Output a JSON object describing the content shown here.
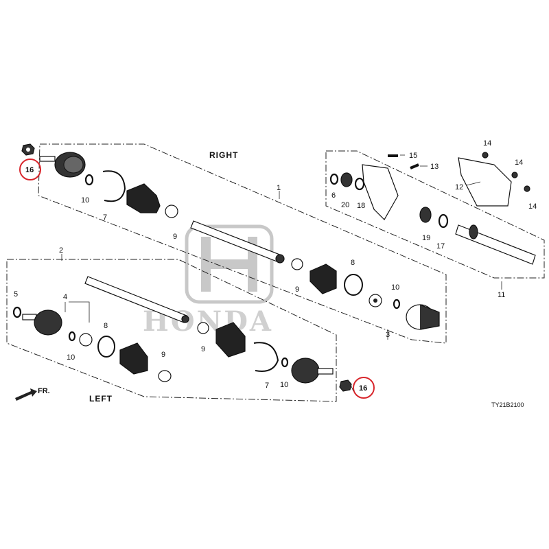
{
  "headers": {
    "right": "RIGHT",
    "left": "LEFT"
  },
  "direction_label": "FR.",
  "diagram_code": "TY21B2100",
  "watermark_brand": "HONDA",
  "callouts": {
    "c1": "1",
    "c2": "2",
    "c3": "3",
    "c4": "4",
    "c5": "5",
    "c6": "6",
    "c7a": "7",
    "c7b": "7",
    "c8a": "8",
    "c8b": "8",
    "c9a": "9",
    "c9b": "9",
    "c9c": "9",
    "c9d": "9",
    "c10a": "10",
    "c10b": "10",
    "c10c": "10",
    "c10d": "10",
    "c11": "11",
    "c12": "12",
    "c13": "13",
    "c14a": "14",
    "c14b": "14",
    "c14c": "14",
    "c15": "15",
    "c16a": "16",
    "c16b": "16",
    "c17": "17",
    "c18": "18",
    "c19": "19",
    "c20": "20"
  },
  "highlighted_parts": [
    "16"
  ],
  "colors": {
    "highlight": "#d8262c",
    "line": "#111111",
    "watermark": "#c8c8c8"
  }
}
